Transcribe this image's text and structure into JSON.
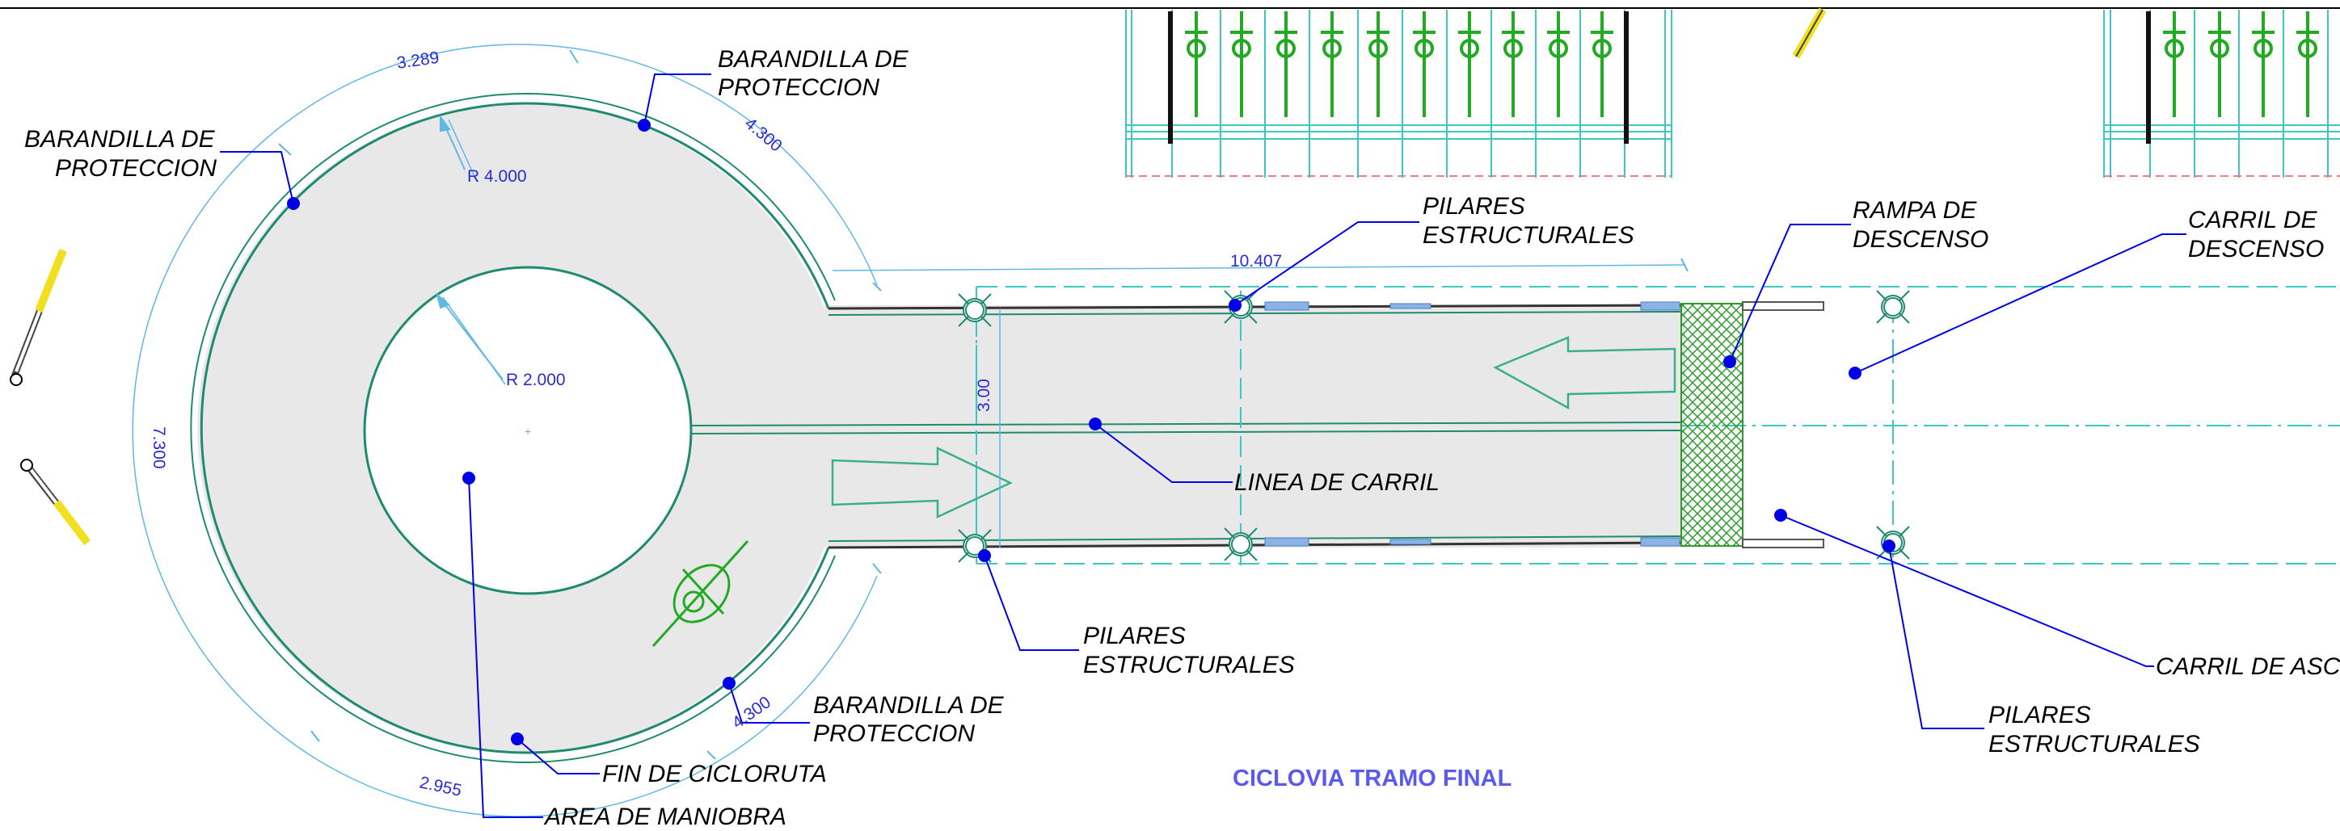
{
  "title": "CICLOVIA TRAMO FINAL",
  "labels": {
    "barandilla_top_1": "BARANDILLA DE",
    "barandilla_top_2": "PROTECCION",
    "barandilla_left_1": "BARANDILLA DE",
    "barandilla_left_2": "PROTECCION",
    "barandilla_bottom_1": "BARANDILLA DE",
    "barandilla_bottom_2": "PROTECCION",
    "pilares_top_1": "PILARES",
    "pilares_top_2": "ESTRUCTURALES",
    "pilares_bottom_1": "PILARES",
    "pilares_bottom_2": "ESTRUCTURALES",
    "pilares_right_1": "PILARES",
    "pilares_right_2": "ESTRUCTURALES",
    "rampa_1": "RAMPA DE",
    "rampa_2": "DESCENSO",
    "carril_descenso_1": "CARRIL DE",
    "carril_descenso_2": "DESCENSO",
    "carril_ascenso": "CARRIL DE ASC",
    "linea_carril": "LINEA DE CARRIL",
    "fin_cicloruta": "FIN DE CICLORUTA",
    "area_maniobra": "AREA DE MANIOBRA"
  },
  "dimensions": {
    "arc_top_left": "3.289",
    "arc_top_right": "4.300",
    "radius_outer": "R 4.000",
    "radius_inner": "R 2.000",
    "arc_left": "7.300",
    "arc_bottom_left": "2.955",
    "arc_bottom_right": "4.300",
    "length_top": "10.407",
    "lane_width": "3.00"
  },
  "colors": {
    "wall": "#1f8a70",
    "dimension": "#2b2bd6",
    "dimension_line": "#5fb7e6",
    "leader": "#0000e6",
    "paving": "#e8e8e8",
    "guide_dashed": "#3cc8c0",
    "bike_green": "#22aa22",
    "bike_yellow": "#f0e020",
    "ramp_hatch": "#2e9a2e",
    "title": "#5a5aee"
  }
}
